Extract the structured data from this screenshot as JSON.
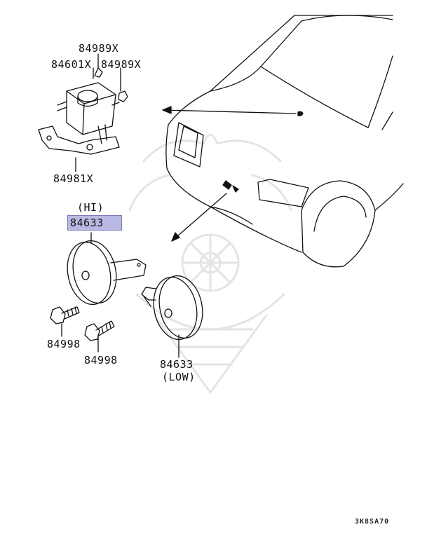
{
  "parts": {
    "relay_clip_top": "84989X",
    "relay": "84601X",
    "relay_clip_side": "84989X",
    "bracket": "84981X",
    "horn_hi_note": "(HI)",
    "horn_hi": "84633",
    "bolt_left": "84998",
    "bolt_right": "84998",
    "horn_low": "84633",
    "horn_low_note": "(LOW)"
  },
  "diagram_code": "3K8SA70",
  "highlight_color": "#b9b9e3"
}
